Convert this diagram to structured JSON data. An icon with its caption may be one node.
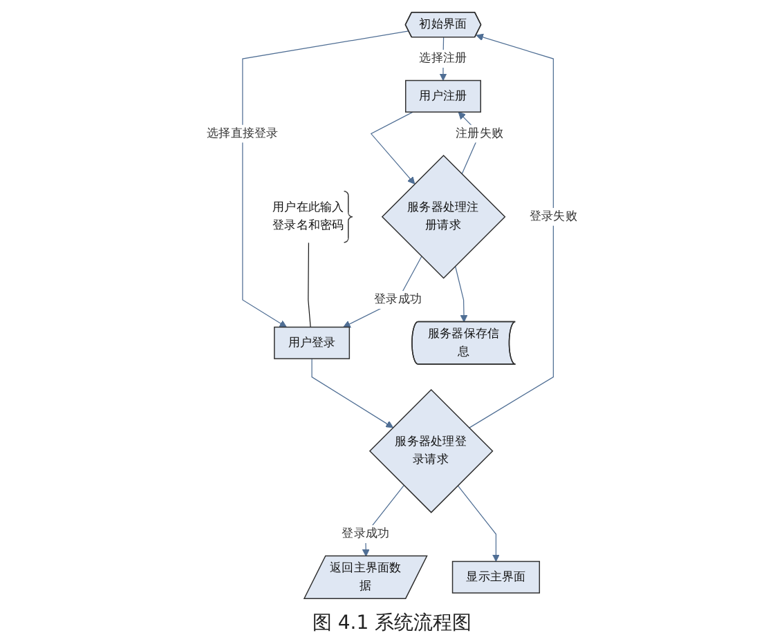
{
  "diagram": {
    "caption": "图 4.1 系统流程图",
    "nodes": [
      {
        "text": [
          "初始界面"
        ]
      },
      {
        "text": [
          "用户登录"
        ]
      },
      {
        "text": [
          "用户注册"
        ]
      },
      {
        "text": [
          "用户在此输入登录名和密码"
        ]
      },
      {
        "text": [
          "服务器处理登录请求"
        ]
      },
      {
        "text": [
          "服务器处理注册请求"
        ]
      },
      {
        "text": [
          "返回主界面数据"
        ]
      },
      {
        "text": [
          "服务器保存信息"
        ]
      },
      {
        "text": [
          "显示主界面"
        ]
      }
    ],
    "edges": [
      {
        "from": 0,
        "to": 1,
        "arrow": "to",
        "label": "选择直接登录"
      },
      {
        "from": 0,
        "to": 2,
        "arrow": "to",
        "label": "选择注册"
      },
      {
        "from": 3,
        "to": 1,
        "arrow": "none",
        "color": "#1a1a1a"
      },
      {
        "from": 1,
        "to": 4,
        "arrow": "to"
      },
      {
        "from": 2,
        "to": 5,
        "arrow": "to"
      },
      {
        "from": 4,
        "to": 0,
        "arrow": "to",
        "label": "登录失败"
      },
      {
        "from": 5,
        "to": 2,
        "arrow": "to",
        "label": "注册失败"
      },
      {
        "from": 5,
        "to": 1,
        "arrow": "to",
        "label": "登录成功"
      },
      {
        "from": 5,
        "to": 7,
        "arrow": "to"
      },
      {
        "from": 4,
        "to": 6,
        "arrow": "to",
        "label": "登录成功"
      },
      {
        "from": 4,
        "to": 8,
        "arrow": "to"
      }
    ]
  }
}
